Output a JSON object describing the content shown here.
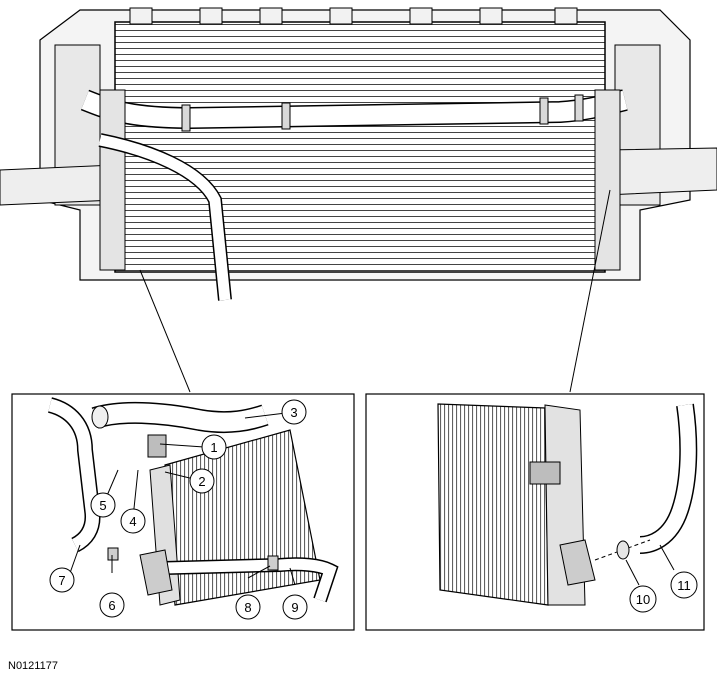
{
  "figure_id": "N0121177",
  "callouts": [
    "1",
    "2",
    "3",
    "4",
    "5",
    "6",
    "7",
    "8",
    "9",
    "10",
    "11"
  ],
  "colors": {
    "line": "#000000",
    "fill_light": "#f2f2f2",
    "fill_mid": "#d9d9d9",
    "fill_dark": "#9a9a9a"
  }
}
